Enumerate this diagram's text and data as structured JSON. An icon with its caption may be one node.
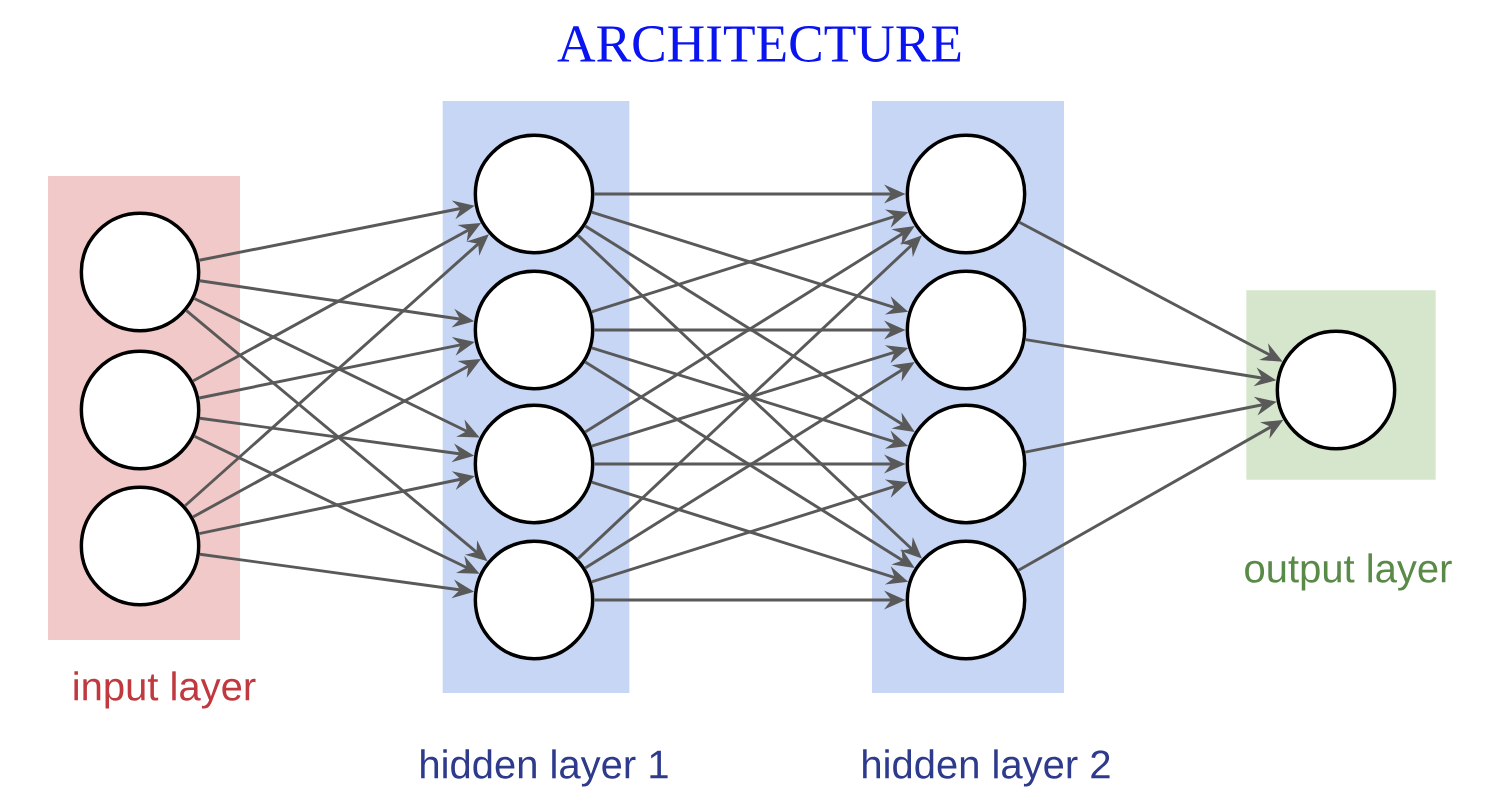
{
  "diagram": {
    "title": "ARCHITECTURE",
    "nodes": [
      {
        "text": [
          "input layer"
        ]
      },
      {
        "text": [],
        "shape": "circle",
        "in": 0
      },
      {
        "text": [],
        "shape": "circle",
        "in": 0
      },
      {
        "text": [],
        "shape": "circle",
        "in": 0
      },
      {
        "text": [
          "hidden layer 1"
        ]
      },
      {
        "text": [],
        "shape": "circle",
        "in": 4
      },
      {
        "text": [],
        "shape": "circle",
        "in": 4
      },
      {
        "text": [],
        "shape": "circle",
        "in": 4
      },
      {
        "text": [],
        "shape": "circle",
        "in": 4
      },
      {
        "text": [
          "hidden layer 2"
        ]
      },
      {
        "text": [],
        "shape": "circle",
        "in": 9
      },
      {
        "text": [],
        "shape": "circle",
        "in": 9
      },
      {
        "text": [],
        "shape": "circle",
        "in": 9
      },
      {
        "text": [],
        "shape": "circle",
        "in": 9
      },
      {
        "text": [
          "output layer"
        ]
      },
      {
        "text": [],
        "shape": "circle",
        "in": 14
      }
    ],
    "edges": [
      {
        "from": 1,
        "to": 5,
        "arrow": "to"
      },
      {
        "from": 1,
        "to": 6,
        "arrow": "to"
      },
      {
        "from": 1,
        "to": 7,
        "arrow": "to"
      },
      {
        "from": 1,
        "to": 8,
        "arrow": "to"
      },
      {
        "from": 2,
        "to": 5,
        "arrow": "to"
      },
      {
        "from": 2,
        "to": 6,
        "arrow": "to"
      },
      {
        "from": 2,
        "to": 7,
        "arrow": "to"
      },
      {
        "from": 2,
        "to": 8,
        "arrow": "to"
      },
      {
        "from": 3,
        "to": 5,
        "arrow": "to"
      },
      {
        "from": 3,
        "to": 6,
        "arrow": "to"
      },
      {
        "from": 3,
        "to": 7,
        "arrow": "to"
      },
      {
        "from": 3,
        "to": 8,
        "arrow": "to"
      },
      {
        "from": 5,
        "to": 10,
        "arrow": "to"
      },
      {
        "from": 5,
        "to": 11,
        "arrow": "to"
      },
      {
        "from": 5,
        "to": 12,
        "arrow": "to"
      },
      {
        "from": 5,
        "to": 13,
        "arrow": "to"
      },
      {
        "from": 6,
        "to": 10,
        "arrow": "to"
      },
      {
        "from": 6,
        "to": 11,
        "arrow": "to"
      },
      {
        "from": 6,
        "to": 12,
        "arrow": "to"
      },
      {
        "from": 6,
        "to": 13,
        "arrow": "to"
      },
      {
        "from": 7,
        "to": 10,
        "arrow": "to"
      },
      {
        "from": 7,
        "to": 11,
        "arrow": "to"
      },
      {
        "from": 7,
        "to": 12,
        "arrow": "to"
      },
      {
        "from": 7,
        "to": 13,
        "arrow": "to"
      },
      {
        "from": 8,
        "to": 10,
        "arrow": "to"
      },
      {
        "from": 8,
        "to": 11,
        "arrow": "to"
      },
      {
        "from": 8,
        "to": 12,
        "arrow": "to"
      },
      {
        "from": 8,
        "to": 13,
        "arrow": "to"
      },
      {
        "from": 10,
        "to": 15,
        "arrow": "to"
      },
      {
        "from": 11,
        "to": 15,
        "arrow": "to"
      },
      {
        "from": 12,
        "to": 15,
        "arrow": "to"
      },
      {
        "from": 13,
        "to": 15,
        "arrow": "to"
      }
    ]
  }
}
